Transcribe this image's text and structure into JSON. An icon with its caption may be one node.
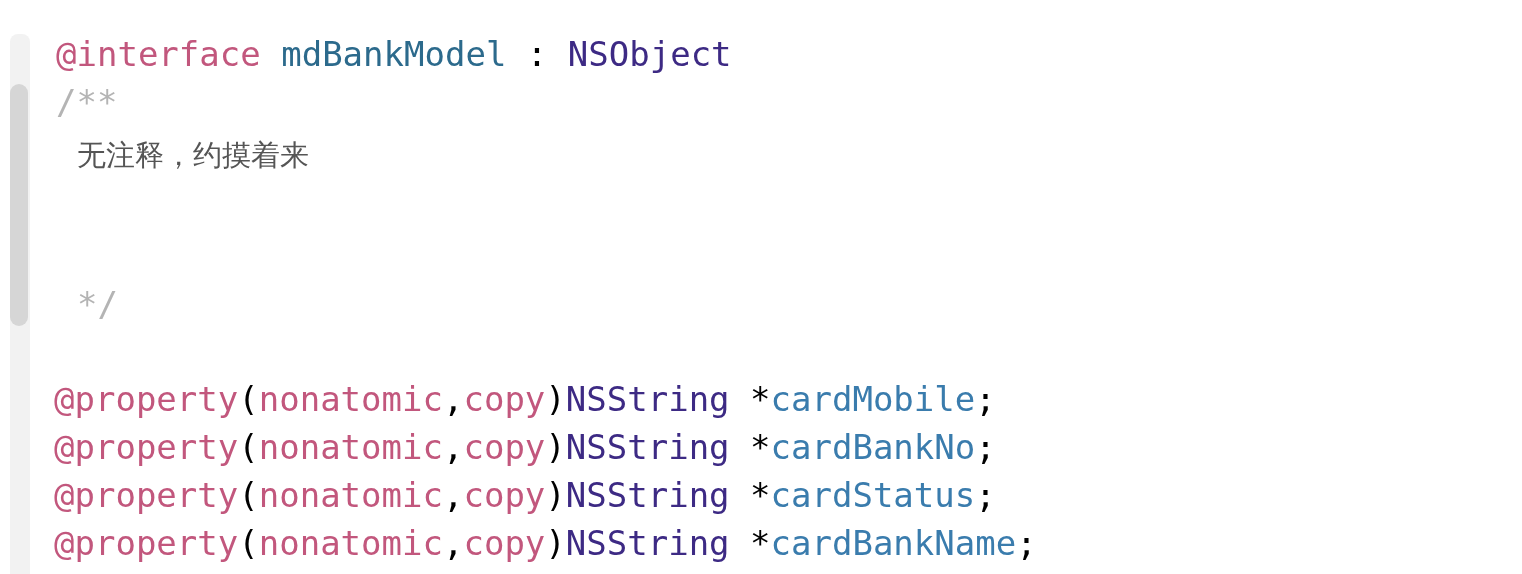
{
  "diagram": {
    "labels": [
      "@interface mdBankModel : NSObject",
      "/**",
      "无注释，约摸着来",
      "*/",
      "@property(nonatomic,copy)NSString *cardMobile;",
      "@property(nonatomic,copy)NSString *cardBankNo;",
      "@property(nonatomic,copy)NSString *cardStatus;",
      "@property(nonatomic,copy)NSString *cardBankName;"
    ]
  }
}
